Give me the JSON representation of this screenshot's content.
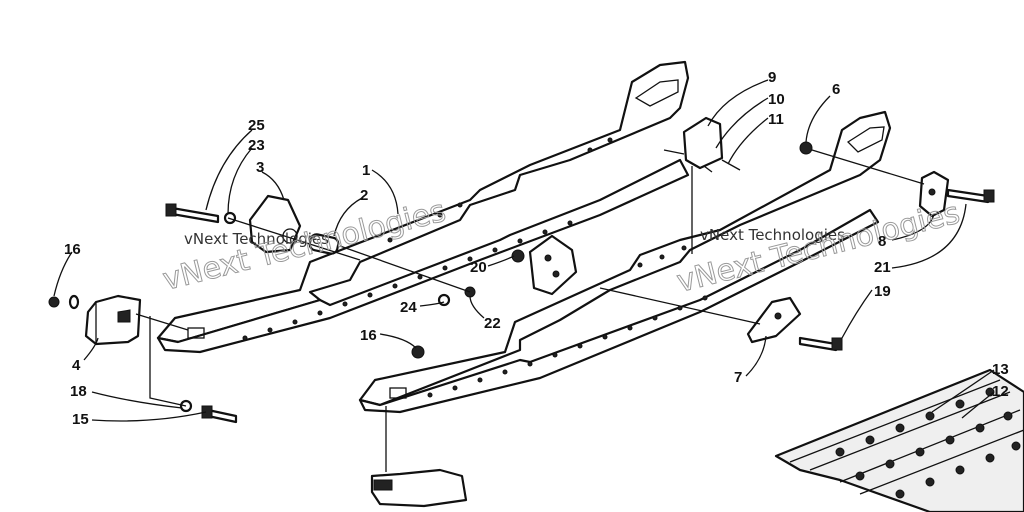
{
  "diagram": {
    "callouts": [
      {
        "id": "c25",
        "text": "25"
      },
      {
        "id": "c23",
        "text": "23"
      },
      {
        "id": "c3",
        "text": "3"
      },
      {
        "id": "c1",
        "text": "1"
      },
      {
        "id": "c2",
        "text": "2"
      },
      {
        "id": "c16a",
        "text": "16"
      },
      {
        "id": "c4",
        "text": "4"
      },
      {
        "id": "c18",
        "text": "18"
      },
      {
        "id": "c15",
        "text": "15"
      },
      {
        "id": "c24",
        "text": "24"
      },
      {
        "id": "c22",
        "text": "22"
      },
      {
        "id": "c20",
        "text": "20"
      },
      {
        "id": "c16b",
        "text": "16"
      },
      {
        "id": "c9",
        "text": "9"
      },
      {
        "id": "c10",
        "text": "10"
      },
      {
        "id": "c11",
        "text": "11"
      },
      {
        "id": "c6",
        "text": "6"
      },
      {
        "id": "c8",
        "text": "8"
      },
      {
        "id": "c21",
        "text": "21"
      },
      {
        "id": "c19",
        "text": "19"
      },
      {
        "id": "c7",
        "text": "7"
      },
      {
        "id": "c13",
        "text": "13"
      },
      {
        "id": "c12",
        "text": "12"
      }
    ],
    "watermarks": [
      {
        "id": "wm1_small",
        "text": "vNext Technologies"
      },
      {
        "id": "wm1_big",
        "text": "vNext Technologies"
      },
      {
        "id": "wm2_small",
        "text": "vNext Technologies"
      },
      {
        "id": "wm2_big",
        "text": "vNext Technologies"
      }
    ]
  }
}
